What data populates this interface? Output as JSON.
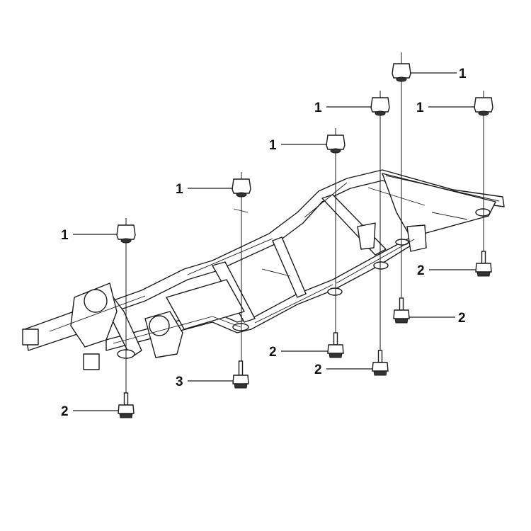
{
  "diagram": {
    "parts": {
      "cushion_upper": "1",
      "cushion_lower": "2",
      "bolt_mount": "3"
    },
    "callouts": [
      {
        "id": "c1a",
        "label": "1",
        "part": "upper"
      },
      {
        "id": "c1b",
        "label": "1",
        "part": "upper"
      },
      {
        "id": "c1c",
        "label": "1",
        "part": "upper"
      },
      {
        "id": "c1d",
        "label": "1",
        "part": "upper"
      },
      {
        "id": "c1e",
        "label": "1",
        "part": "upper"
      },
      {
        "id": "c1f",
        "label": "1",
        "part": "upper"
      },
      {
        "id": "c2a",
        "label": "2",
        "part": "lower"
      },
      {
        "id": "c2b",
        "label": "2",
        "part": "lower"
      },
      {
        "id": "c2c",
        "label": "2",
        "part": "lower"
      },
      {
        "id": "c2d",
        "label": "2",
        "part": "lower"
      },
      {
        "id": "c2e",
        "label": "2",
        "part": "lower"
      },
      {
        "id": "c3a",
        "label": "3",
        "part": "bolt"
      }
    ]
  },
  "colors": {
    "line": "#1a1a1a",
    "background": "#ffffff"
  }
}
